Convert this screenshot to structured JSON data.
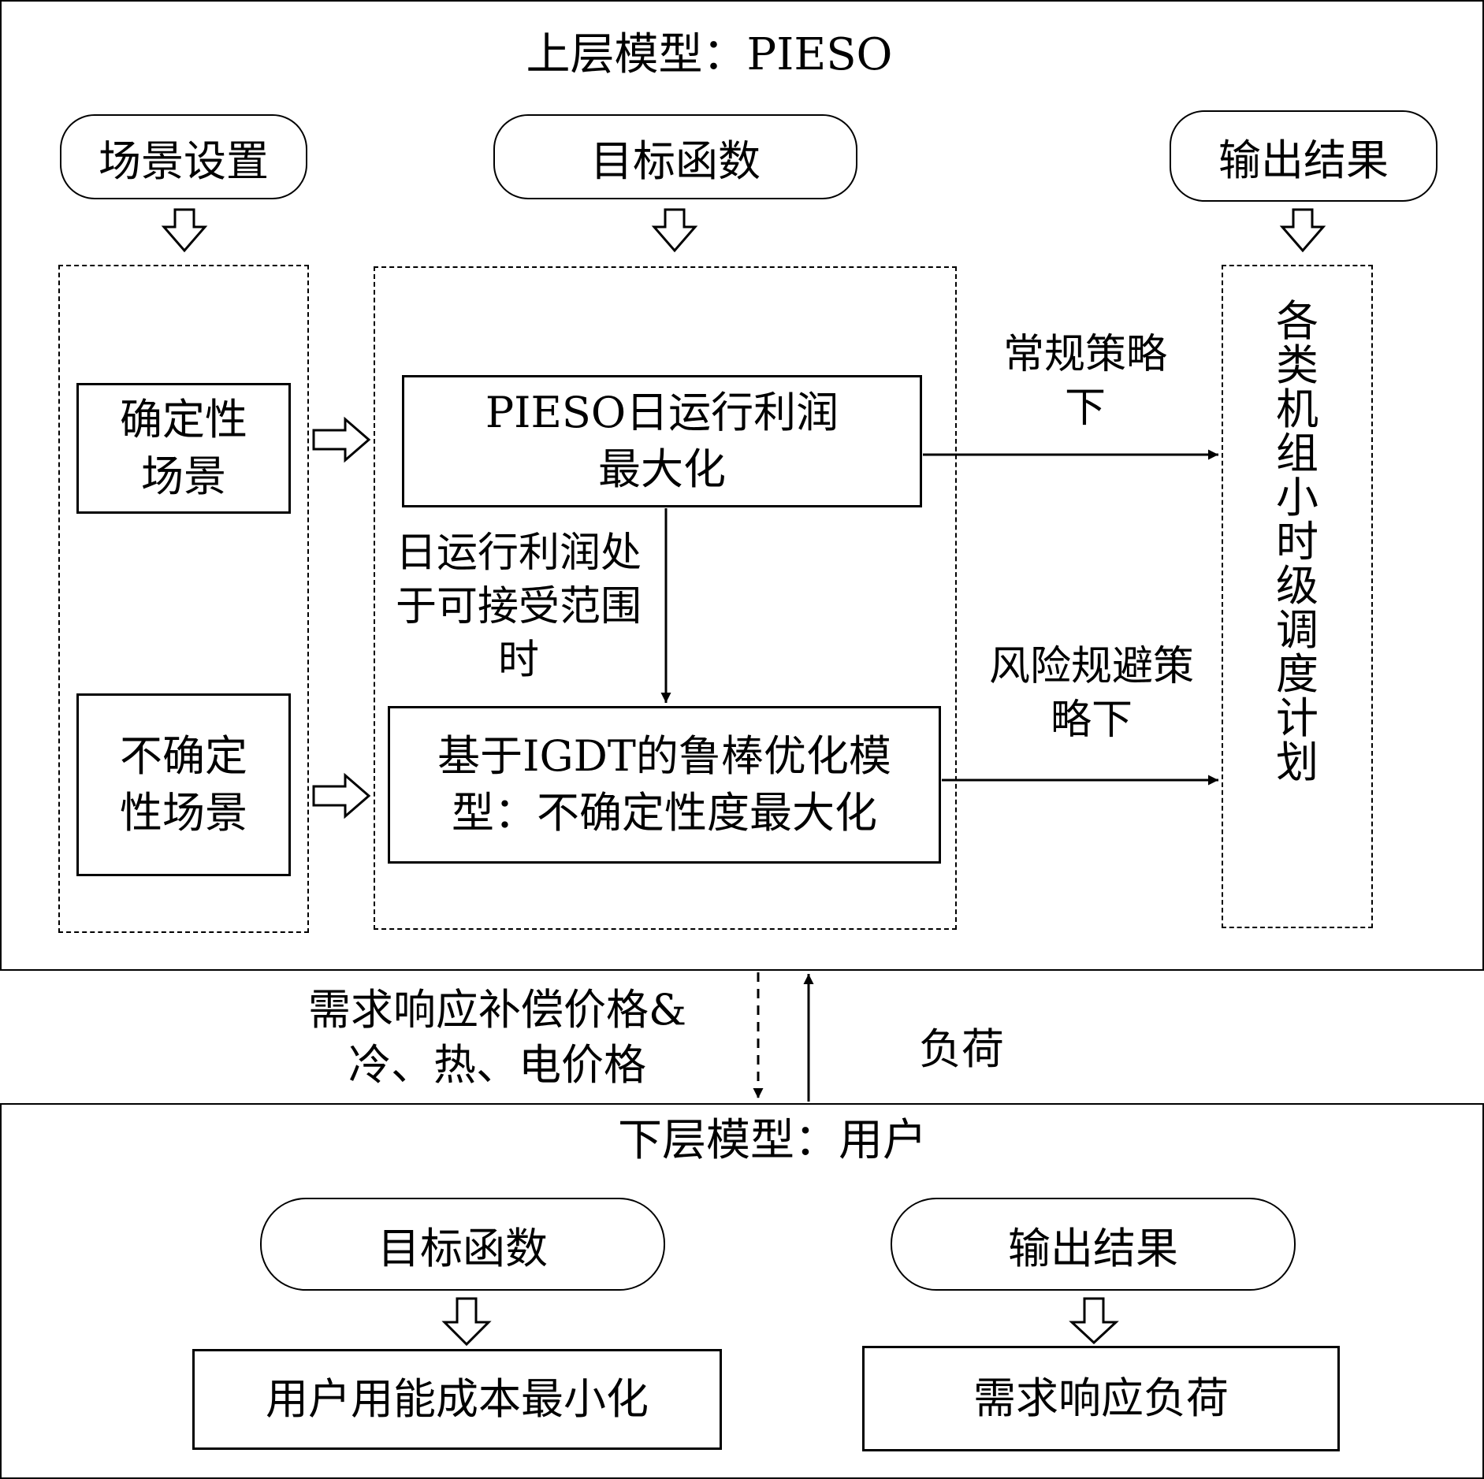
{
  "upper": {
    "title": "上层模型：PIESO",
    "scenario_header": "场景设置",
    "objective_header": "目标函数",
    "output_header": "输出结果",
    "scenario_deterministic": "确定性场景",
    "scenario_uncertain": "不确定性场景",
    "objective_profit": "PIESO日运行利润最大化",
    "objective_igdt": "基于IGDT的鲁棒优化模型：不确定性度最大化",
    "condition_label": "日运行利润处于可接受范围时",
    "conventional_label": "常规策略下",
    "risk_label": "风险规避策略下",
    "output_schedule": "各类机组小时级调度计划"
  },
  "interface": {
    "price_label_line1": "需求响应补偿价格&",
    "price_label_line2": "冷、热、电价格",
    "load_label": "负荷"
  },
  "lower": {
    "title": "下层模型：用户",
    "objective_header": "目标函数",
    "output_header": "输出结果",
    "objective_box": "用户用能成本最小化",
    "output_box": "需求响应负荷"
  }
}
